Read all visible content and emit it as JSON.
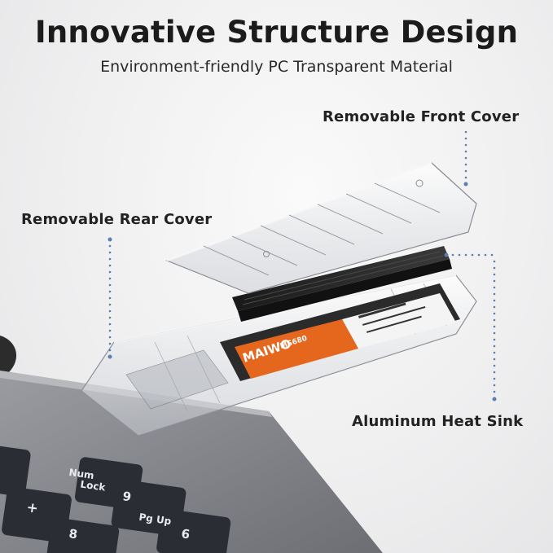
{
  "header": {
    "title": "Innovative Structure Design",
    "subtitle": "Environment-friendly PC Transparent Material"
  },
  "callouts": {
    "front_cover": "Removable Front Cover",
    "rear_cover": "Removable Rear Cover",
    "heat_sink": "Aluminum Heat Sink"
  },
  "ssd_label": {
    "brand": "MAIWO",
    "model": "MS680"
  },
  "keyboard": {
    "num_lock_line1": "Num",
    "num_lock_line2": "Lock",
    "key_9": "9",
    "key_pgup": "Pg Up",
    "key_plus": "+",
    "key_8": "8",
    "key_6": "6"
  },
  "colors": {
    "ssd_orange": "#e5671e",
    "laptop_gray": "#7b7d82",
    "key_dark": "#2a2d33",
    "dotted_line": "#5a7fb0"
  }
}
